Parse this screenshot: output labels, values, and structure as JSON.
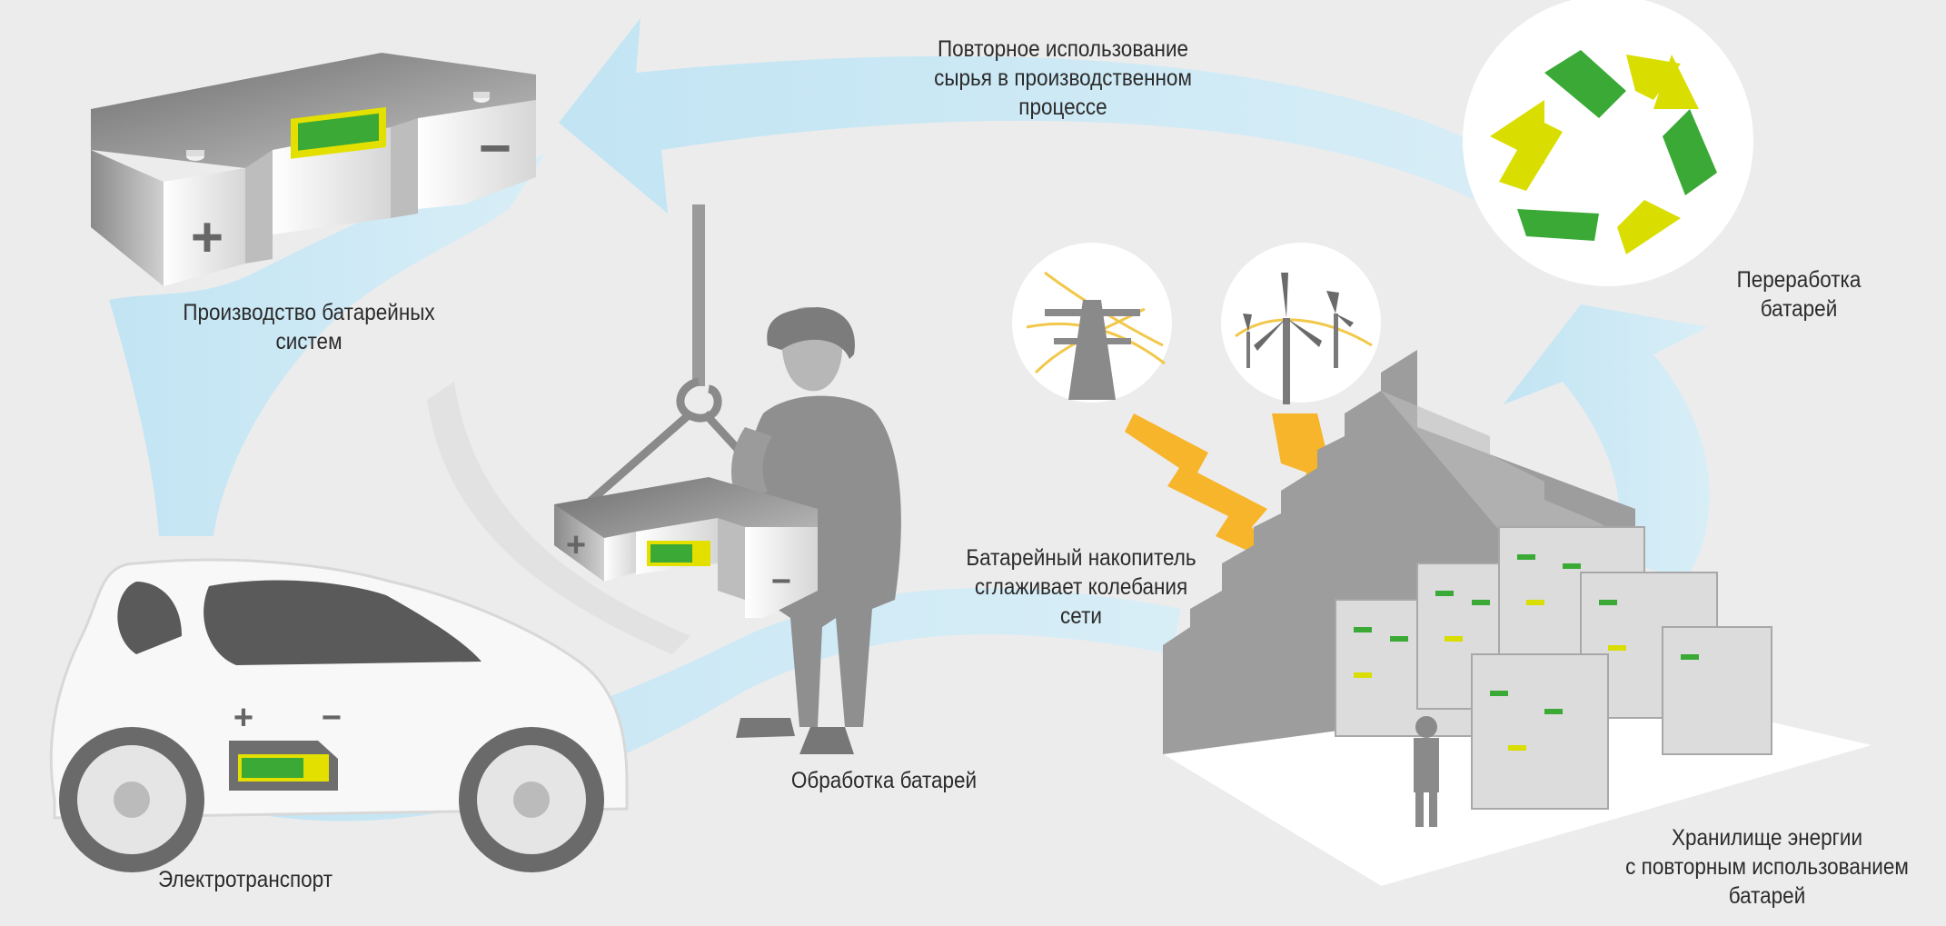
{
  "labels": {
    "reuse": "Повторное использование\nсырья в производственном\nпроцессе",
    "production": "Производство батарейных\nсистем",
    "processing": "Обработка батарей",
    "ev": "Электротранспорт",
    "smoothing": "Батарейный накопитель\nсглаживает колебания\nсети",
    "recycling": "Переработка\nбатарей",
    "storage": "Хранилище энергии\nс повторным использованием\nбатарей"
  },
  "symbols": {
    "plus": "+",
    "minus": "−"
  },
  "icons": {
    "recycle": "recycle-icon",
    "power_line": "power-pylon-icon",
    "wind": "wind-turbine-icon",
    "lightning": "lightning-icon"
  },
  "colors": {
    "flow": "#c9e7f4",
    "battery_green": "#3aa935",
    "battery_yellow": "#d9de00",
    "recycle_green": "#3aa935",
    "recycle_yellow": "#d9de00",
    "bolt": "#f7b52b",
    "figure": "#8f8f8f",
    "background": "#ececec"
  }
}
